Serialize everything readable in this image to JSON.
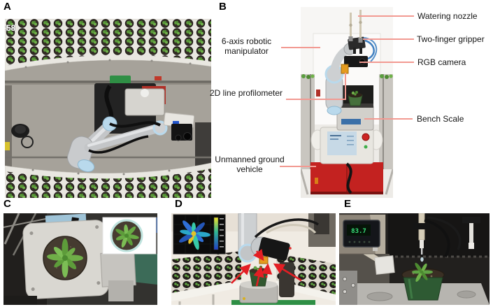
{
  "panels": {
    "a": {
      "letter": "A",
      "overlay_timestamp": ":58"
    },
    "b": {
      "letter": "B",
      "callouts": {
        "watering_nozzle": "Watering nozzle",
        "two_finger_gripper": "Two-finger gripper",
        "rgb_camera": "RGB camera",
        "bench_scale": "Bench Scale",
        "manipulator_line1": "6-axis robotic",
        "manipulator_line2": "manipulator",
        "profilometer": "2D line profilometer",
        "ugv_line1": "Unmanned ground",
        "ugv_line2": "vehicle"
      }
    },
    "c": {
      "letter": "C"
    },
    "d": {
      "letter": "D"
    },
    "e": {
      "letter": "E",
      "scale_display_value": "83.7"
    }
  },
  "colors": {
    "leader_line": "#f29a92",
    "annotation_arrow": "#e31e24",
    "ugv_body": "#c32220",
    "robot_joint_blue": "#b9d9ec",
    "robot_silver": "#c9cbcd",
    "profilometer_orange": "#e59b1e",
    "scale_display_green": "#39e27c"
  }
}
